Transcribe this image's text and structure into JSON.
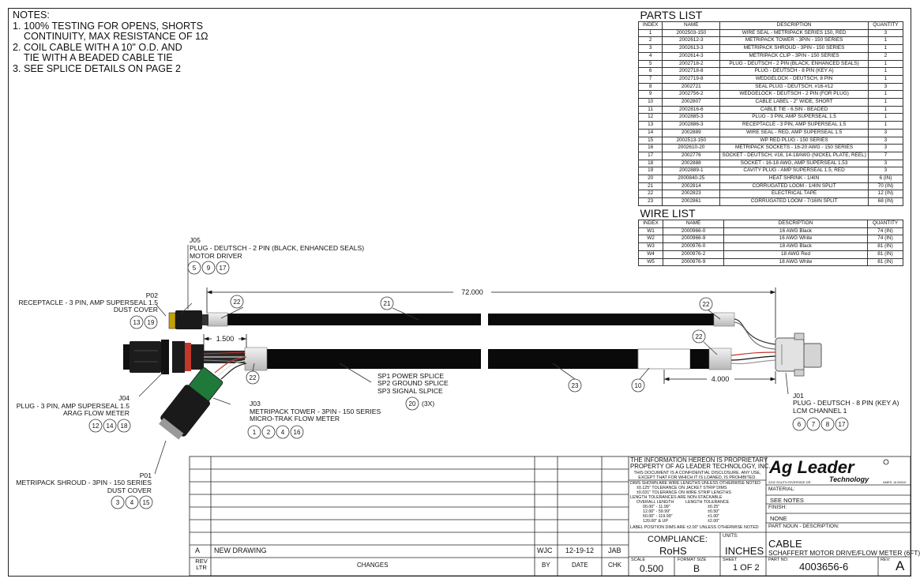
{
  "notes": {
    "title": "NOTES:",
    "lines": [
      "1. 100% TESTING FOR OPENS, SHORTS",
      "    CONTINUITY, MAX RESISTANCE OF 1Ω",
      "2. COIL CABLE WITH A 10\" O.D. AND",
      "    TIE WITH A BEADED CABLE TIE",
      "3. SEE SPLICE DETAILS ON PAGE 2"
    ]
  },
  "parts_list": {
    "title": "PARTS LIST",
    "headers": [
      "INDEX",
      "NAME",
      "DESCRIPTION",
      "QUANTITY"
    ],
    "rows": [
      [
        "1",
        "2002503-150",
        "WIRE SEAL - METRIPACK SERIES 150, RED",
        "3"
      ],
      [
        "2",
        "2002612-3",
        "METRIPACK TOWER - 3PIN - 150 SERIES",
        "1"
      ],
      [
        "3",
        "2002613-3",
        "METRIPACK SHROUD - 3PIN - 150 SERIES",
        "1"
      ],
      [
        "4",
        "2002614-3",
        "METRIPACK CLIP - 3PIN - 150 SERIES",
        "2"
      ],
      [
        "5",
        "2002718-2",
        "PLUG - DEUTSCH - 2 PIN (BLACK, ENHANCED SEALS)",
        "1"
      ],
      [
        "6",
        "2002718-8",
        "PLUG - DEUTSCH - 8 PIN (KEY A)",
        "1"
      ],
      [
        "7",
        "2002719-8",
        "WEDGELOCK - DEUTSCH, 8 PIN",
        "1"
      ],
      [
        "8",
        "2002721",
        "SEAL PLUG - DEUTSCH, #16-#12",
        "3"
      ],
      [
        "9",
        "2002756-2",
        "WEDGELOCK - DEUTSCH - 2 PIN (FOR PLUG)",
        "1"
      ],
      [
        "10",
        "2002807",
        "CABLE LABEL - 2\" WIDE, SHORT",
        "1"
      ],
      [
        "11",
        "2002816-6",
        "CABLE TIE - 6.5IN - BEADED",
        "1"
      ],
      [
        "12",
        "2002885-3",
        "PLUG - 3 PIN, AMP SUPERSEAL 1.5",
        "1"
      ],
      [
        "13",
        "2002886-3",
        "RECEPTACLE - 3 PIN, AMP SUPERSEAL 1.5",
        "1"
      ],
      [
        "14",
        "2002889",
        "WIRE SEAL - RED, AMP SUPERSEAL 1.5",
        "3"
      ],
      [
        "15",
        "2002513-150",
        "WP RED PLUG - 150 SERIES",
        "3"
      ],
      [
        "16",
        "2002610-20",
        "METRIPACK SOCKETS - 16-20 AWG - 150 SERIES",
        "3"
      ],
      [
        "17",
        "2002776",
        "SOCKET - DEUTSCH, #16, 14-18AWG (NICKEL PLATE, REEL)",
        "7"
      ],
      [
        "18",
        "2002888",
        "SOCKET - 16-18 AWG, AMP SUPERSEAL 1.53",
        "3"
      ],
      [
        "19",
        "2002889-1",
        "CAVITY PLUG - AMP SUPERSEAL 1.5, RED",
        "3"
      ],
      [
        "20",
        "2000840-25",
        "HEAT SHRINK - 1/4IN",
        "6 (IN)"
      ],
      [
        "21",
        "2002814",
        "CORRUGATED LOOM - 1/4IN SPLIT",
        "70 (IN)"
      ],
      [
        "22",
        "2002823",
        "ELECTRICAL TAPE",
        "12 (IN)"
      ],
      [
        "23",
        "2002861",
        "CORRUGATED LOOM - 7/16IN SPLIT",
        "68 (IN)"
      ]
    ]
  },
  "wire_list": {
    "title": "WIRE LIST",
    "headers": [
      "INDEX",
      "NAME",
      "DESCRIPTION",
      "QUANTITY"
    ],
    "rows": [
      [
        "W1",
        "2000966-0",
        "16 AWG Black",
        "74 (IN)"
      ],
      [
        "W2",
        "2000966-9",
        "16 AWG White",
        "74 (IN)"
      ],
      [
        "W3",
        "2000976-0",
        "18 AWG Black",
        "81 (IN)"
      ],
      [
        "W4",
        "2000976-2",
        "18 AWG Red",
        "81 (IN)"
      ],
      [
        "W5",
        "2000976-9",
        "18 AWG White",
        "81 (IN)"
      ]
    ]
  },
  "labels": {
    "j05": {
      "ref": "J05",
      "desc": "PLUG - DEUTSCH - 2 PIN (BLACK, ENHANCED SEALS)",
      "func": "MOTOR DRIVER",
      "items": [
        "5",
        "9",
        "17"
      ]
    },
    "p02": {
      "ref": "P02",
      "desc": "RECEPTACLE - 3 PIN, AMP SUPERSEAL 1.5",
      "func": "DUST COVER",
      "items": [
        "13",
        "19"
      ]
    },
    "j04": {
      "ref": "J04",
      "desc": "PLUG - 3 PIN, AMP SUPERSEAL 1.5",
      "func": "ARAG FLOW METER",
      "items": [
        "12",
        "14",
        "18"
      ]
    },
    "j03": {
      "ref": "J03",
      "desc": "METRIPACK TOWER - 3PIN - 150 SERIES",
      "func": "MICRO-TRAK FLOW METER",
      "items": [
        "1",
        "2",
        "4",
        "16"
      ]
    },
    "p01": {
      "ref": "P01",
      "desc": "METRIPACK SHROUD - 3PIN - 150 SERIES",
      "func": "DUST COVER",
      "items": [
        "3",
        "4",
        "15"
      ]
    },
    "j01": {
      "ref": "J01",
      "desc": "PLUG - DEUTSCH - 8 PIN (KEY A)",
      "func": "LCM CHANNEL 1",
      "items": [
        "6",
        "7",
        "8",
        "17"
      ]
    },
    "splice": {
      "lines": [
        "SP1 POWER SPLICE",
        "SP2 GROUND SPLICE",
        "SP3 SIGNAL SLPICE"
      ],
      "item": "20",
      "qty": "(3X)"
    }
  },
  "dimensions": {
    "overall": "72.000",
    "lead": "1.500",
    "label": "4.000"
  },
  "balloons": {
    "loom_top": "21",
    "loom_bottom": "23",
    "tape_tl": "22",
    "tape_bl": "22",
    "tape_tr": "22",
    "tape_br": "22",
    "cable_label": "10"
  },
  "title_block": {
    "revision": {
      "rev": "A",
      "desc": "NEW DRAWING",
      "by": "WJC",
      "date": "12-19-12",
      "chk": "JAB"
    },
    "rev_headers": {
      "rev": "REV",
      "ltr": "LTR",
      "changes": "CHANGES",
      "by": "BY",
      "date": "DATE",
      "chk": "CHK"
    },
    "proprietary": [
      "THE INFORMATION HEREON IS PROPRIETARY",
      "PROPERTY OF AG LEADER TECHNOLOGY, INC.",
      "THIS DOCUMENT IS A CONFIDENTIAL DISCLOSURE. ANY USE,",
      "EXCEPT THAT FOR WHICH IT IS LOANED, IS PROHIBITED."
    ],
    "tolerances": [
      "DIMS SHOWN ARE WIRE LENGTHS UNLESS OTHERWISE NOTED",
      "±0.125\" TOLERANCE ON JACKET STRIP DIMS",
      "±0.031\" TOLERANCE ON WIRE STRIP LENGTHS",
      "LENGTH TOLERANCES ARE NON-STACKABLE"
    ],
    "tol_head": {
      "left": "OVERALL LENGTH",
      "right": "LENGTH TOLERANCE"
    },
    "tol_rows": [
      [
        "00.00\" - 11.99\"",
        "±0.25\""
      ],
      [
        "12.00\" - 59.99\"",
        "±0.50\""
      ],
      [
        "60.00\" - 119.99\"",
        "±1.00\""
      ],
      [
        "120.00\" & UP",
        "±2.00\""
      ]
    ],
    "label_note": "LABEL POSITION DIMS ARE ±2.00\" UNLESS OTHERWISE NOTED",
    "compliance_label": "COMPLIANCE:",
    "compliance": "RoHS",
    "units_label": "UNITS:",
    "units": "INCHES",
    "company": "Ag Leader",
    "company_sub": "Technology",
    "address_left": "2202 SOUTH RIVERSIDE DR.",
    "address_right": "AMES, IA 50010",
    "material_label": "MATERIAL:",
    "material": "SEE NOTES",
    "finish_label": "FINISH:",
    "finish": "NONE",
    "part_noun_label": "PART NOUN - DESCRIPTION:",
    "part_noun": "CABLE",
    "part_desc": "SCHAFFERT MOTOR DRIVE/FLOW METER (6FT)",
    "scale_label": "SCALE",
    "scale": "0.500",
    "format_label": "FORMAT SIZE",
    "format": "B",
    "sheet_label": "SHEET",
    "sheet": "1 OF 2",
    "part_no_label": "PART NO:",
    "part_no": "4003656-6",
    "rev_label": "REV:",
    "rev": "A"
  },
  "colors": {
    "ink": "#111111",
    "loom": "#0a0a0a",
    "tape": "#cfcfcf",
    "seal_green": "#1f7a3a",
    "lead_red": "#c0392b"
  }
}
